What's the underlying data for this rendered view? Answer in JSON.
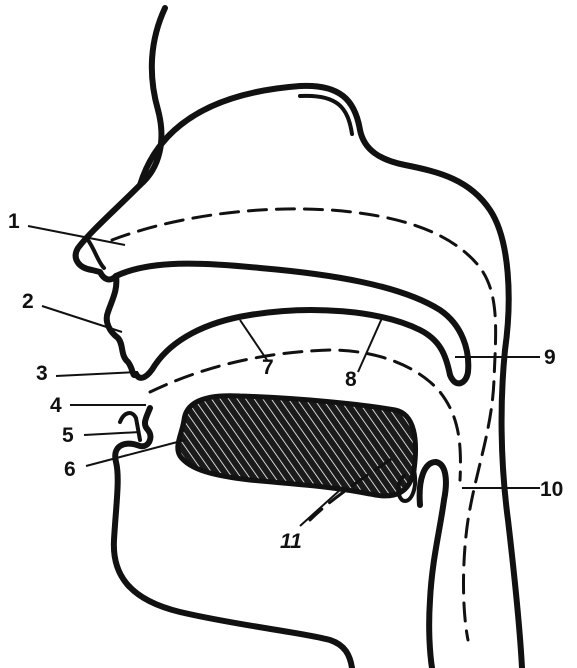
{
  "labels": {
    "l1": "1",
    "l2": "2",
    "l3": "3",
    "l4": "4",
    "l5": "5",
    "l6": "6",
    "l7": "7",
    "l8": "8",
    "l9": "9",
    "l10": "10",
    "l11": "11"
  },
  "colors": {
    "ink": "#111111",
    "background": "#ffffff"
  }
}
